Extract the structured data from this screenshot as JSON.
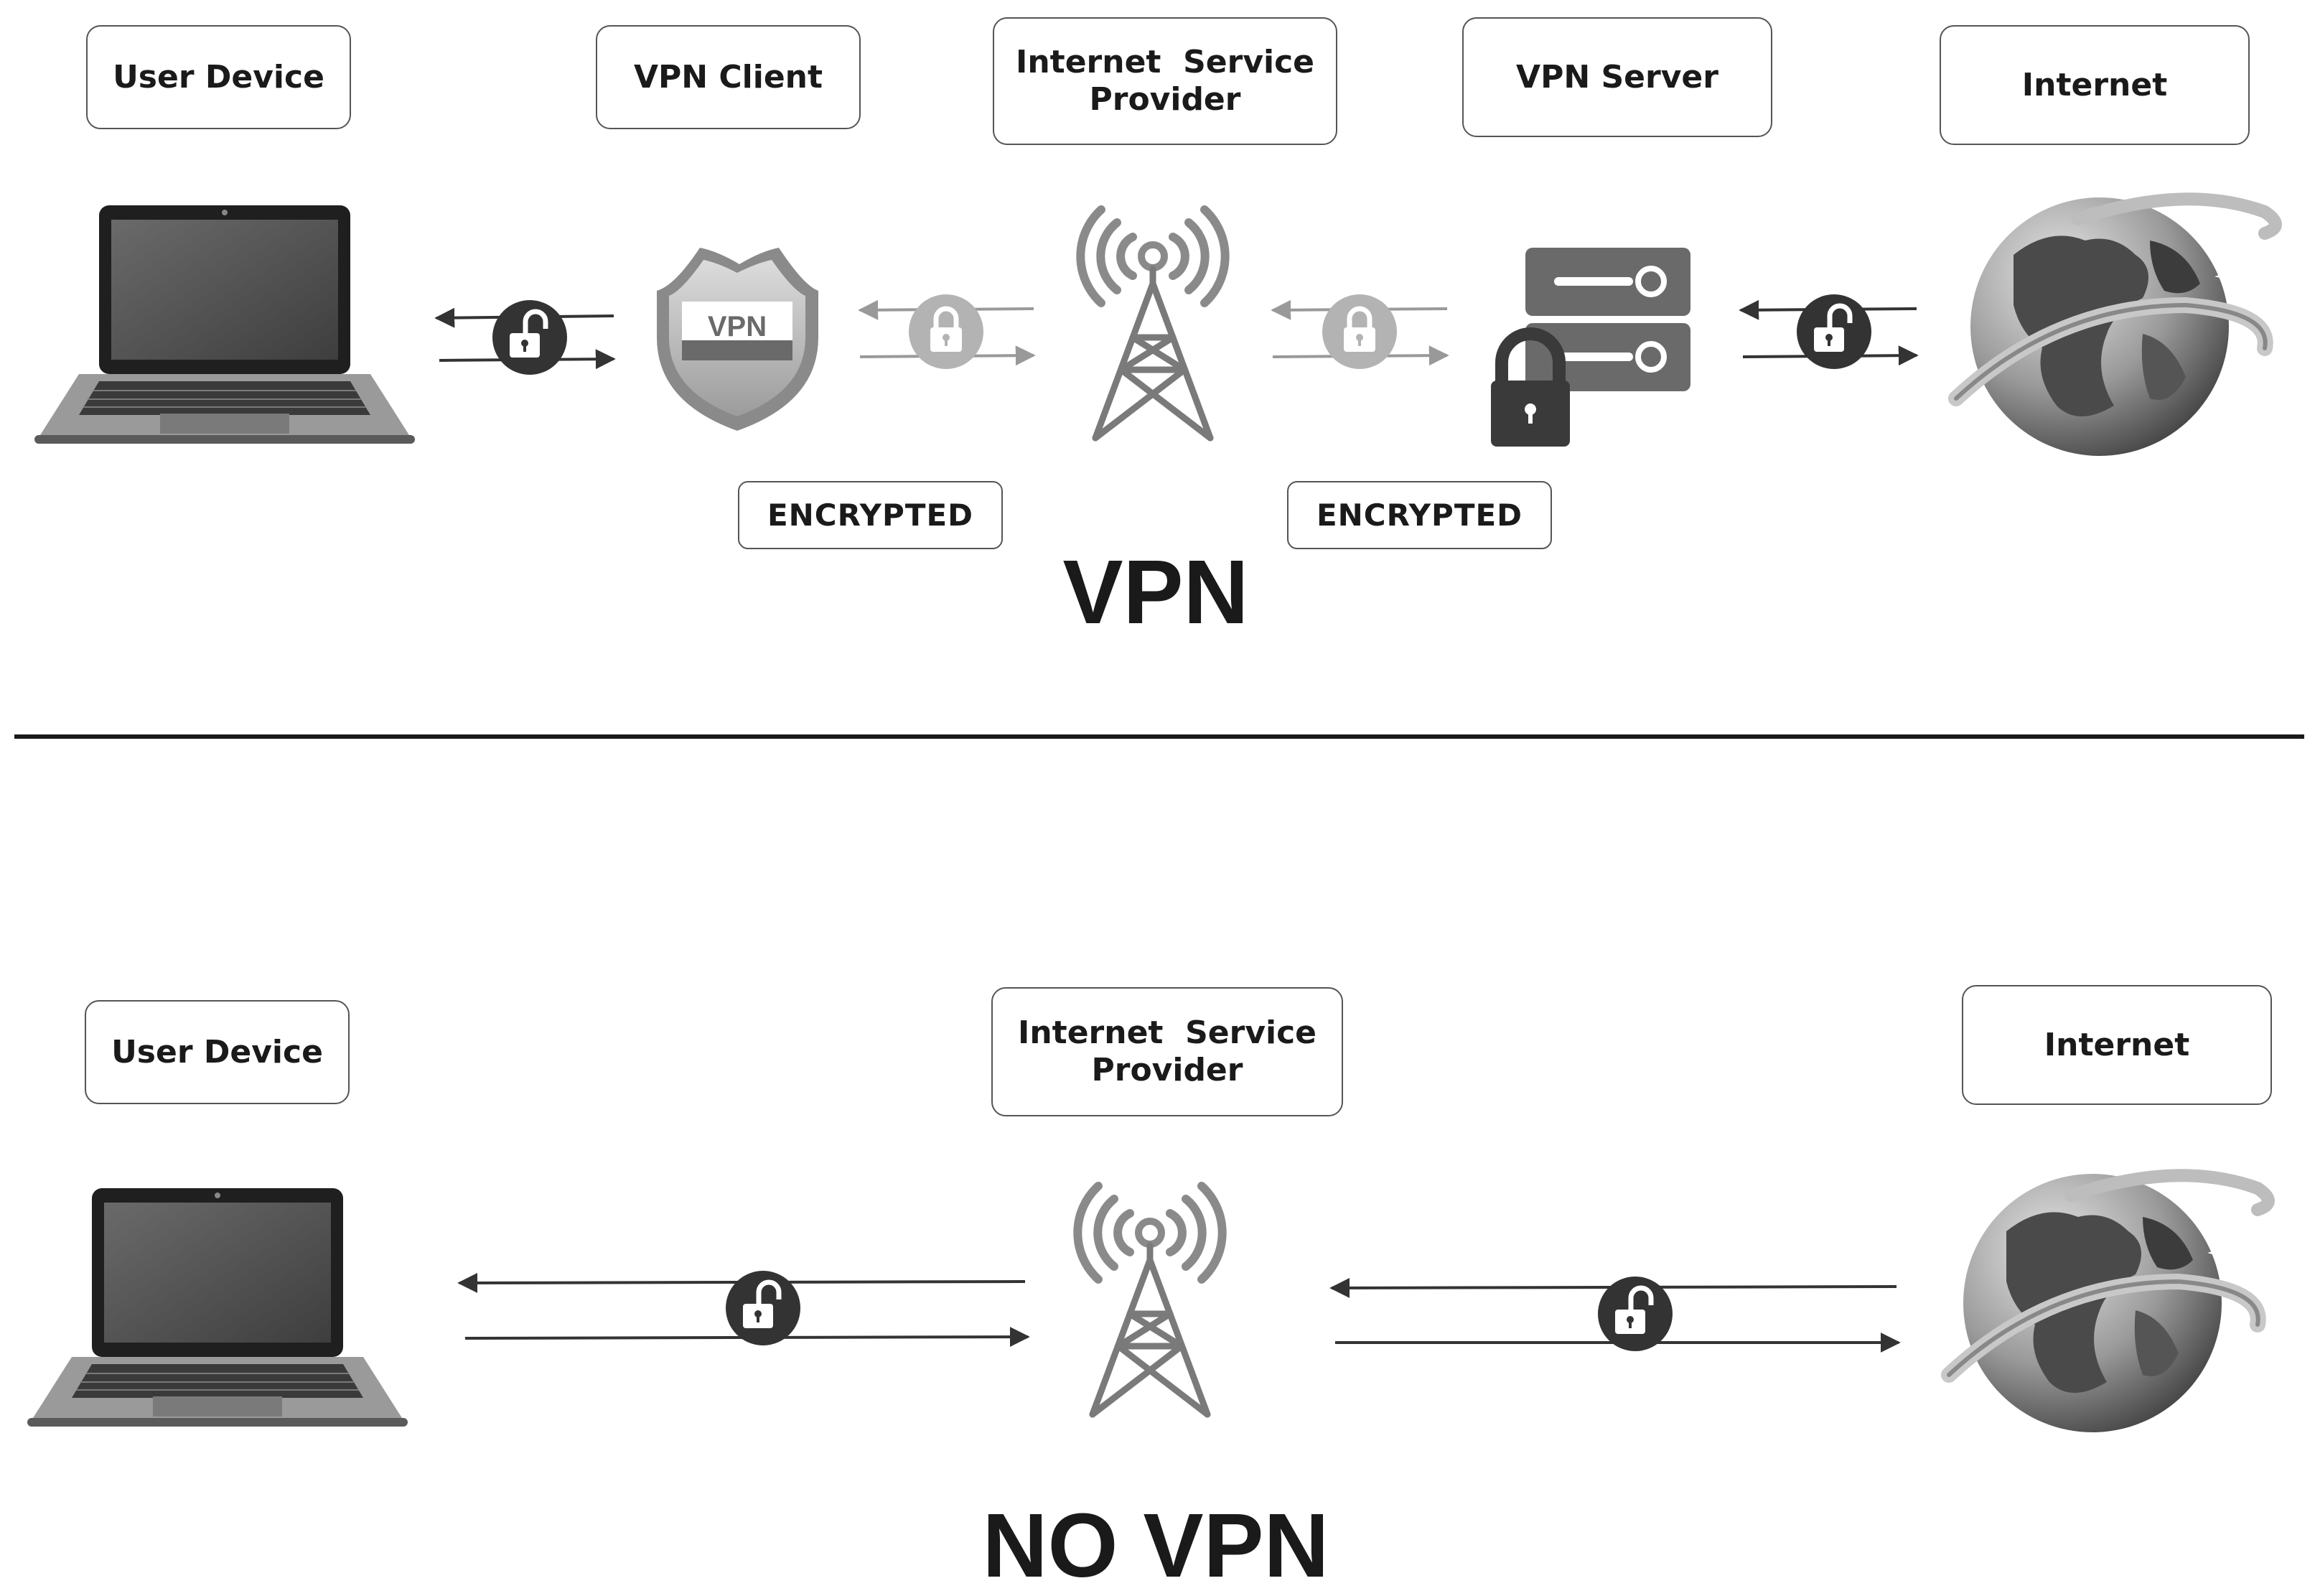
{
  "vpn": {
    "title": "VPN",
    "labels": {
      "user_device": "User Device",
      "vpn_client": "VPN Client",
      "isp_line1": "Internet  Service",
      "isp_line2": "Provider",
      "vpn_server": "VPN Server",
      "internet": "Internet"
    },
    "shield_text": "VPN",
    "encrypted_left": "ENCRYPTED",
    "encrypted_right": "ENCRYPTED"
  },
  "novpn": {
    "title": "NO VPN",
    "labels": {
      "user_device": "User Device",
      "isp_line1": "Internet  Service",
      "isp_line2": "Provider",
      "internet": "Internet"
    }
  },
  "icons": [
    "laptop-icon",
    "shield-icon",
    "tower-icon",
    "server-icon",
    "globe-icon",
    "lock-icon",
    "unlock-icon"
  ],
  "colors": {
    "dark": "#1a1a1a",
    "mid": "#6b6b6b",
    "light": "#bdbdbd",
    "encrypted_lock": "#b3b3b3",
    "open_lock": "#333333"
  }
}
